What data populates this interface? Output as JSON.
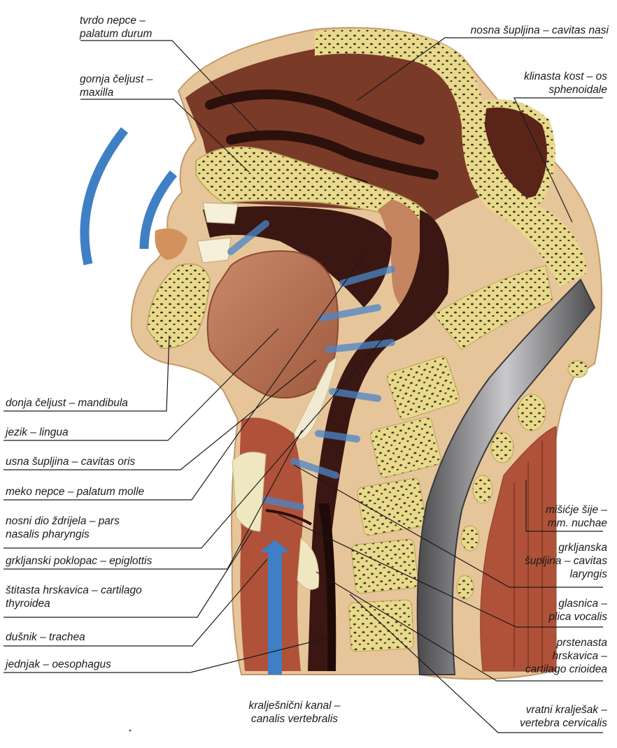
{
  "labels": {
    "tvrdo_nepce": [
      "tvrdo nepce –",
      "palatum durum"
    ],
    "gornja_celjust": [
      "gornja čeljust –",
      "maxilla"
    ],
    "nosna_supljina": [
      "nosna šupljina – cavitas nasi"
    ],
    "klinasta_kost": [
      "klinasta kost – os",
      "sphenoidale"
    ],
    "donja_celjust": [
      "donja čeljust – mandibula"
    ],
    "jezik": [
      "jezik – lingua"
    ],
    "usna_supljina": [
      "usna šupljina – cavitas oris"
    ],
    "meko_nepce": [
      "meko nepce – palatum molle"
    ],
    "nosni_dio_zdrijela": [
      "nosni dio ždrijela – pars",
      "nasalis pharyngis"
    ],
    "grkljanski_poklopac": [
      "grkljanski poklopac – epiglottis"
    ],
    "stitasta_hrskavica": [
      "štitasta hrskavica – cartilago",
      "thyroidea"
    ],
    "dusnik": [
      "dušnik – trachea"
    ],
    "jednjak": [
      "jednjak – oesophagus"
    ],
    "kraljesnicni_kanal": [
      "kralješnični kanal –",
      "canalis vertebralis"
    ],
    "misicje_sije": [
      "mišićje šije –",
      "mm. nuchae"
    ],
    "grkljanska_supljina": [
      "grkljanska",
      "šupljina – cavitas",
      "laryngis"
    ],
    "glasnica": [
      "glasnica –",
      "plica vocalis"
    ],
    "prstenasta_hrskavica": [
      "prstenasta",
      "hrskavica –",
      "cartilago crioidea"
    ],
    "vratni_kraljesak": [
      "vratni kralješak –",
      "vertebra cervicalis"
    ]
  },
  "colors": {
    "tissue_brown": "#8a3f2c",
    "dark_cavity": "#3a1712",
    "bone_yellow": "#e6d68a",
    "cartilage_cream": "#efe7c0",
    "muscle_red": "#b0523a",
    "spinal_gray": "#6f6f72",
    "air_blue": "#3f7fc4",
    "skin": "#e7c59a",
    "leader_line": "#1a1a1a"
  }
}
